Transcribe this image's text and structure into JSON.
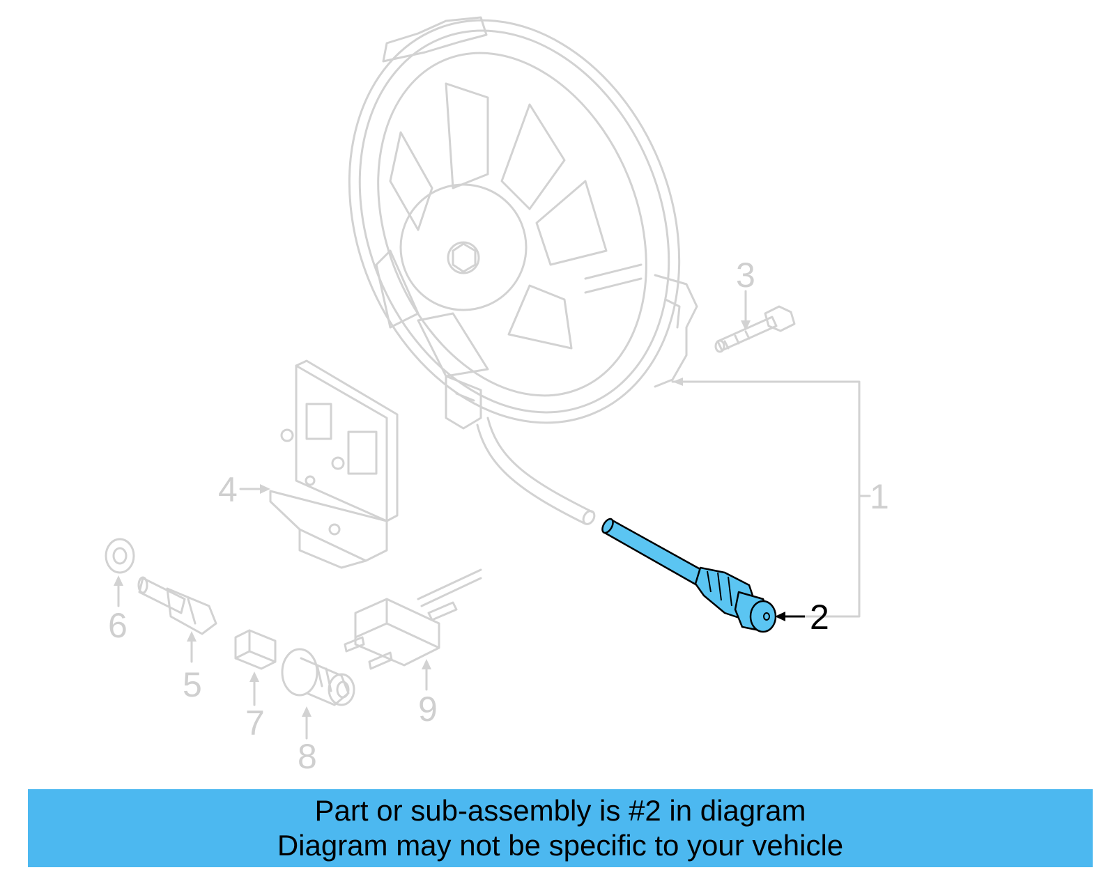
{
  "callouts": {
    "c1": "1",
    "c2": "2",
    "c3": "3",
    "c4": "4",
    "c5": "5",
    "c6": "6",
    "c7": "7",
    "c8": "8",
    "c9": "9"
  },
  "highlighted_part": "2",
  "highlight_color": "#5bc5f2",
  "banner": {
    "line1": "Part or sub-assembly is #2 in diagram",
    "line2": "Diagram may not be specific to your vehicle",
    "color": "#4cb8f0"
  }
}
